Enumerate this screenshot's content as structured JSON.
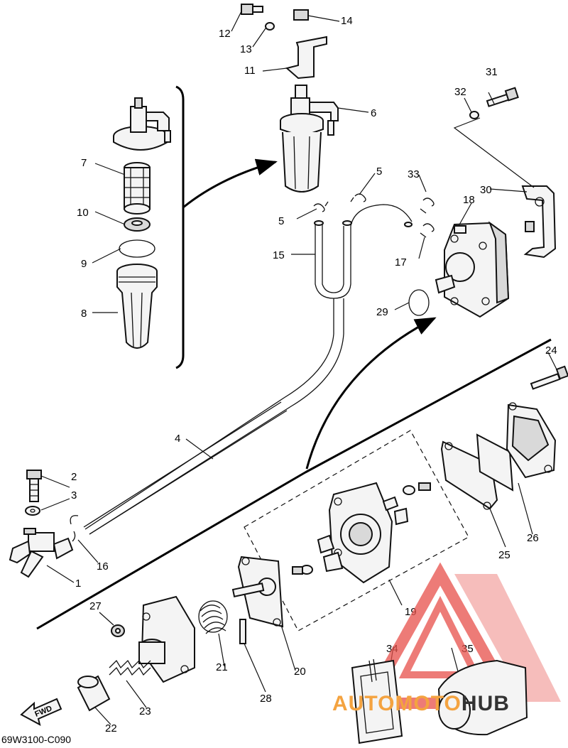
{
  "diagram": {
    "code": "69W3100-C090",
    "direction_label": "FWD",
    "callouts": [
      "1",
      "2",
      "3",
      "4",
      "5",
      "5",
      "6",
      "7",
      "8",
      "9",
      "10",
      "11",
      "12",
      "13",
      "14",
      "15",
      "16",
      "17",
      "18",
      "19",
      "20",
      "21",
      "22",
      "23",
      "24",
      "25",
      "26",
      "27",
      "28",
      "29",
      "30",
      "31",
      "32",
      "33",
      "34",
      "35"
    ]
  },
  "watermark": {
    "text_part1": "AUTOMOTO",
    "text_part2": "HUB",
    "color_red": "#e8504a",
    "color_orange": "#f4a340",
    "color_dark": "#333333"
  }
}
